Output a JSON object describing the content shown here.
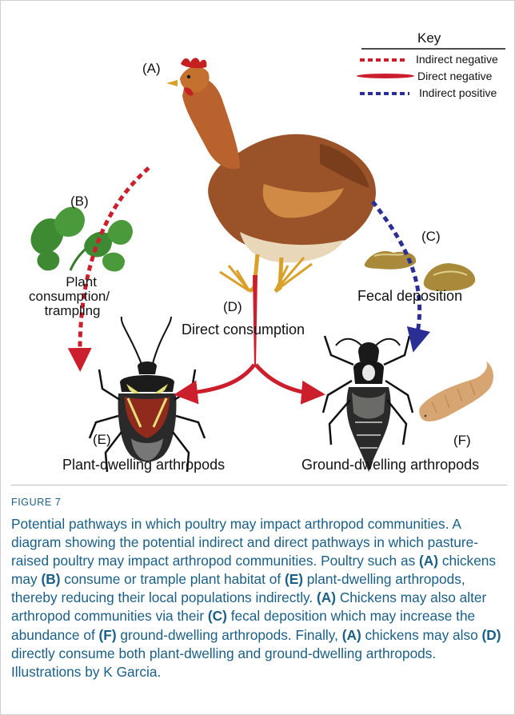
{
  "key": {
    "title": "Key",
    "items": [
      {
        "label": "Indirect negative",
        "style": "dotted",
        "color": "#cc1f2d"
      },
      {
        "label": "Direct negative",
        "style": "solid",
        "color": "#cc1f2d"
      },
      {
        "label": "Indirect positive",
        "style": "dotted",
        "color": "#2b2f95"
      }
    ]
  },
  "labels": {
    "a": "(A)",
    "b": "(B)",
    "b_line1": "Plant",
    "b_line2": "consumption/",
    "b_line3": "trampling",
    "c": "(C)",
    "c_text": "Fecal deposition",
    "d": "(D)",
    "d_text": "Direct consumption",
    "e": "(E)",
    "e_text": "Plant-dwelling arthropods",
    "f": "(F)",
    "f_text": "Ground-dwelling arthropods"
  },
  "caption": {
    "heading": "FIGURE 7",
    "seg": [
      "Potential pathways in which poultry may impact arthropod communities. A diagram showing the potential indirect and direct pathways in which pasture-raised poultry may impact arthropod communities. Poultry such as ",
      "(A)",
      " chickens may ",
      "(B)",
      " consume or trample plant habitat of ",
      "(E)",
      " plant-dwelling arthropods, thereby reducing their local populations indirectly. ",
      "(A)",
      " Chickens may also alter arthropod communities via their ",
      "(C)",
      " fecal deposition which may increase the abundance of ",
      "(F)",
      " ground-dwelling arthropods. Finally, ",
      "(A)",
      " chickens may also ",
      "(D)",
      " directly consume both plant-dwelling and ground-dwelling arthropods. Illustrations by K Garcia."
    ]
  },
  "colors": {
    "negative": "#cc1f2d",
    "positive": "#2b2f95",
    "caption": "#1a5f86"
  }
}
